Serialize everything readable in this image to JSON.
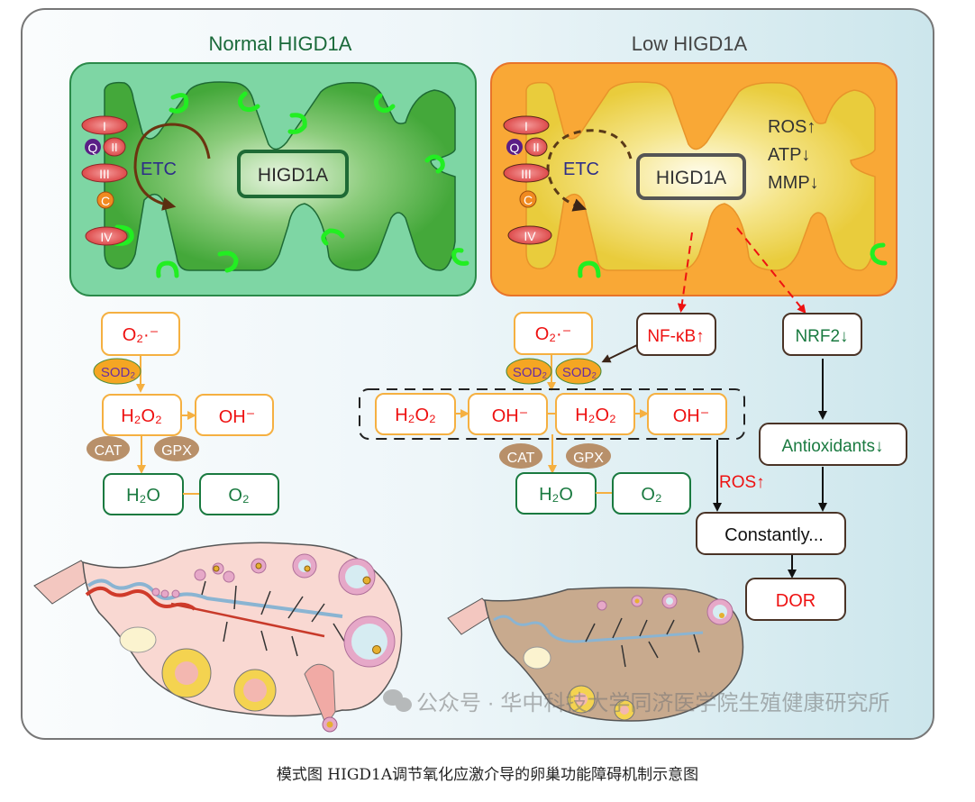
{
  "figure": {
    "caption": "模式图 HIGD1A调节氧化应激介导的卵巢功能障碍机制示意图",
    "watermark": "公众号 · 华中科技大学同济医学院生殖健康研究所",
    "watermark_icon": "wechat-icon"
  },
  "normal_panel": {
    "title": "Normal HIGD1A",
    "etc_label": "ETC",
    "higd1a_label": "HIGD1A",
    "complexes": [
      "I",
      "Q",
      "II",
      "III",
      "C",
      "IV"
    ],
    "pathway": {
      "superoxide": "O₂·⁻",
      "sod_label": "SOD₂",
      "h2o2": "H₂O₂",
      "oh": "OH⁻",
      "cat_label": "CAT",
      "gpx_label": "GPX",
      "h2o": "H₂O",
      "o2": "O₂"
    }
  },
  "low_panel": {
    "title": "Low HIGD1A",
    "etc_label": "ETC",
    "higd1a_label": "HIGD1A",
    "complexes": [
      "I",
      "Q",
      "II",
      "III",
      "C",
      "IV"
    ],
    "effects": [
      "ROS↑",
      "ATP↓",
      "MMP↓"
    ],
    "pathway": {
      "superoxide": "O₂·⁻",
      "sod_label_1": "SOD₂",
      "sod_label_2": "SOD₂",
      "chain": [
        "H₂O₂",
        "OH⁻",
        "H₂O₂",
        "OH⁻"
      ],
      "cat_label": "CAT",
      "gpx_label": "GPX",
      "h2o": "H₂O",
      "o2": "O₂"
    },
    "nfkb": "NF-κB↑",
    "nrf2": "NRF2↓",
    "antioxidants": "Antioxidants↓",
    "ros_label": "ROS↑",
    "constantly": "Constantly...",
    "dor": "DOR"
  },
  "colors": {
    "normal_green": "#7ed6a4",
    "matrix_green": "#44a83a",
    "low_orange": "#f9a836",
    "matrix_yellow": "#ecd03c",
    "text_red": "#ee1111",
    "text_green": "#1a7a40",
    "box_orange": "#f5b041",
    "box_brown": "#4a3326",
    "cristae_bright": "#22ee22"
  }
}
